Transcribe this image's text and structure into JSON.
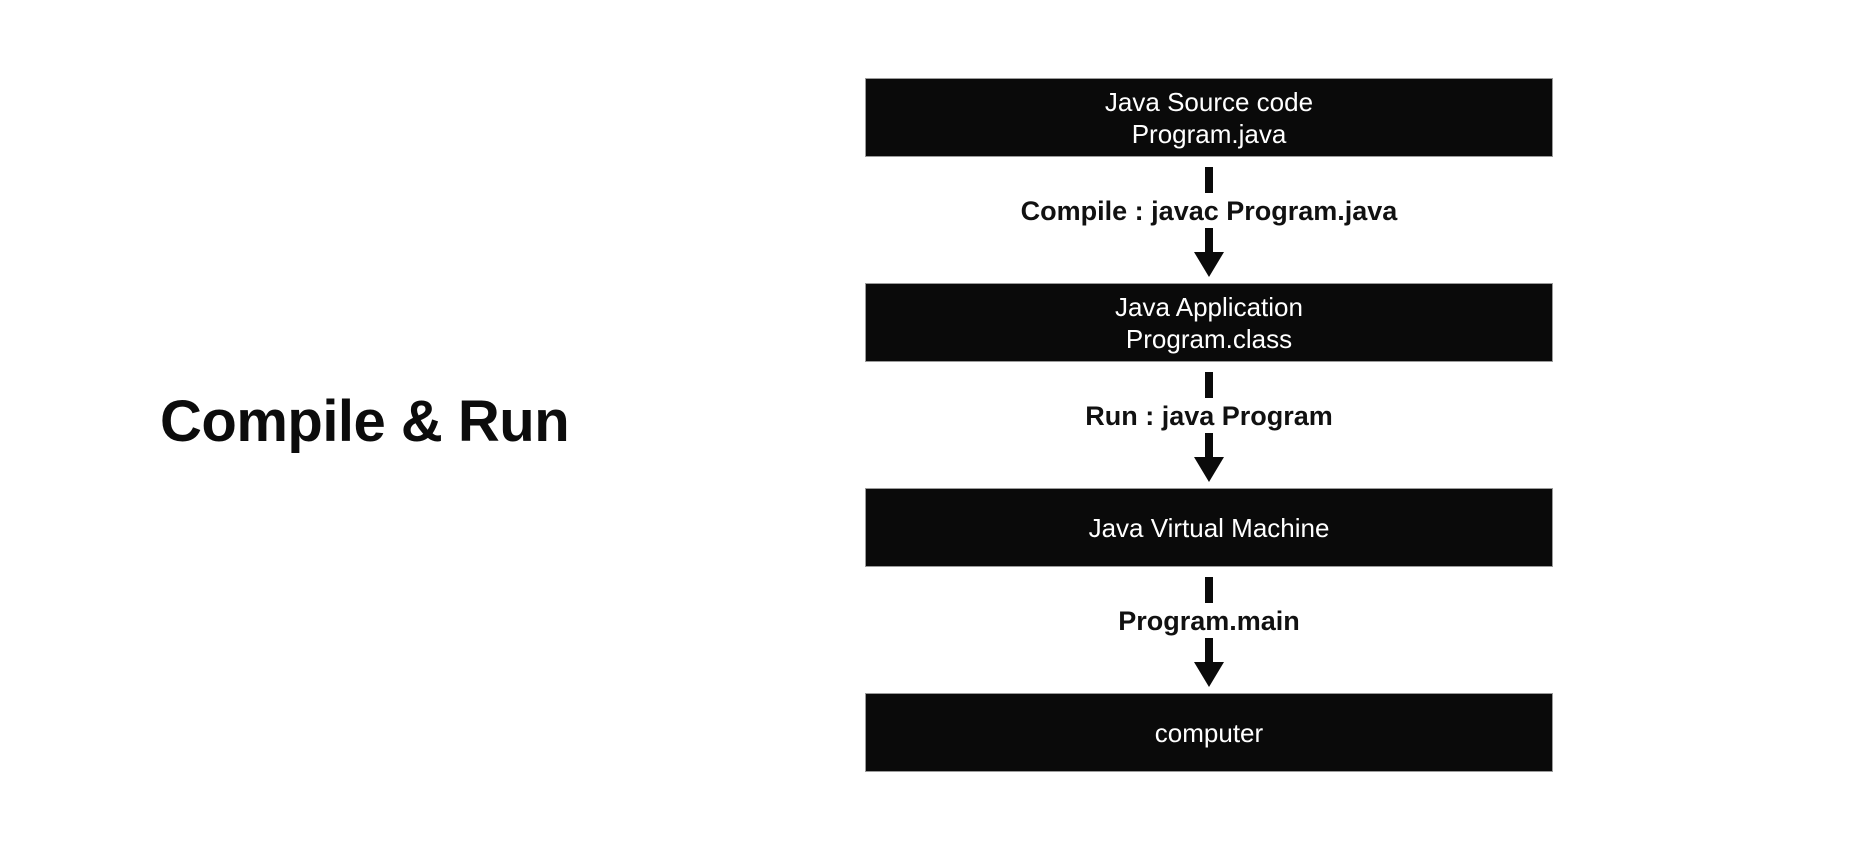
{
  "diagram": {
    "title": "Compile & Run",
    "nodes": [
      {
        "id": "java-source-code",
        "lines": [
          "Java Source code",
          "Program.java"
        ]
      },
      {
        "id": "java-application",
        "lines": [
          "Java Application",
          "Program.class"
        ]
      },
      {
        "id": "java-virtual-machine",
        "lines": [
          "Java Virtual Machine"
        ]
      },
      {
        "id": "computer",
        "lines": [
          "computer"
        ]
      }
    ],
    "connectors": [
      {
        "label": "Compile : javac Program.java"
      },
      {
        "label": "Run : java Program"
      },
      {
        "label": "Program.main"
      }
    ],
    "colors": {
      "background": "#ffffff",
      "node_background": "#0a0a0a",
      "node_border": "#9b9b9b",
      "node_text": "#ffffff",
      "label_text": "#111111",
      "arrow": "#0a0a0a"
    }
  }
}
